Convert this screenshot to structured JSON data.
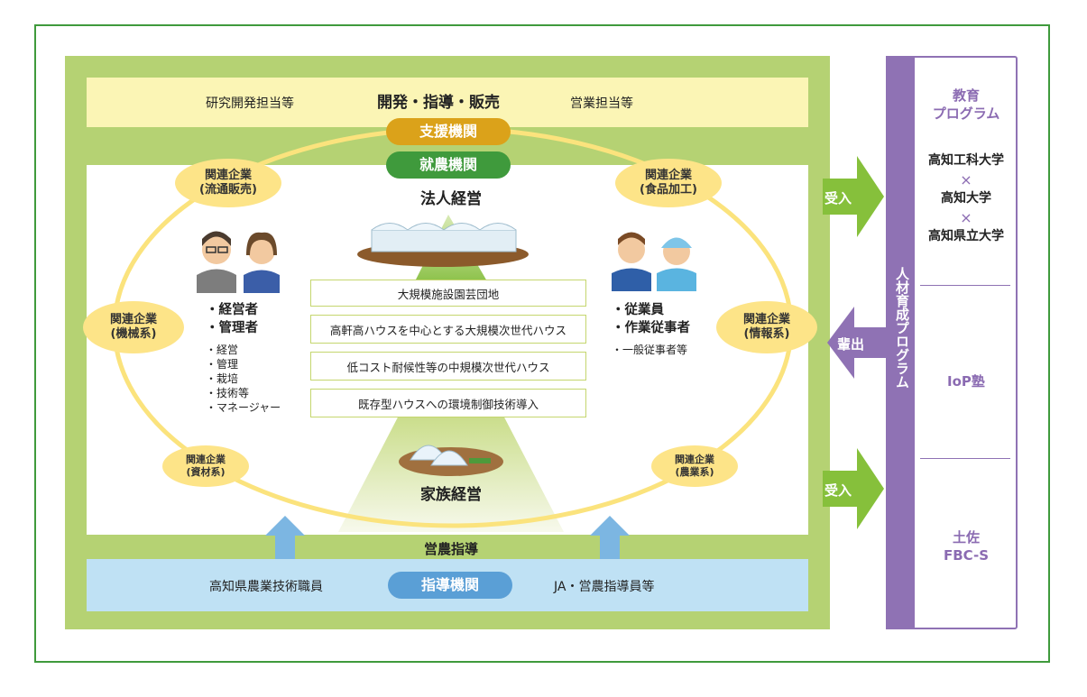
{
  "top_band": {
    "left_label": "研究開発担当等",
    "title": "開発・指導・販売",
    "right_label": "営業担当等"
  },
  "support_pill": "支援機関",
  "farming_pill": "就農機関",
  "corporate_label": "法人経営",
  "family_label": "家族経営",
  "bubbles": {
    "distribution": [
      "関連企業",
      "(流通販売)"
    ],
    "food": [
      "関連企業",
      "(食品加工)"
    ],
    "machinery": [
      "関連企業",
      "(機械系)"
    ],
    "info": [
      "関連企業",
      "(情報系)"
    ],
    "materials": [
      "関連企業",
      "(資材系)"
    ],
    "agri": [
      "関連企業",
      "(農業系)"
    ]
  },
  "tiers": [
    "大規模施設園芸団地",
    "高軒高ハウスを中心とする大規模次世代ハウス",
    "低コスト耐候性等の中規模次世代ハウス",
    "既存型ハウスへの環境制御技術導入"
  ],
  "managers": {
    "main": [
      "・経営者",
      "・管理者"
    ],
    "sub": [
      "・経営",
      "・管理",
      "・栽培",
      "・技術等",
      "・マネージャー"
    ]
  },
  "workers": {
    "main": [
      "・従業員",
      "・作業従事者"
    ],
    "sub": [
      "・一般従事者等"
    ]
  },
  "bottom_band": {
    "title": "営農指導",
    "left_label": "高知県農業技術職員",
    "pill": "指導機関",
    "right_label": "JA・営農指導員等"
  },
  "arrows": {
    "accept": "受入",
    "output": "輩出"
  },
  "sidebar": {
    "vertical_title": "人材育成プログラム",
    "edu_title": [
      "教育",
      "プログラム"
    ],
    "universities": [
      "高知工科大学",
      "×",
      "高知大学",
      "×",
      "高知県立大学"
    ],
    "iop": "IoP塾",
    "fbc": [
      "土佐",
      "FBC-S"
    ]
  },
  "colors": {
    "frame": "#3f9a3c",
    "panel": "#b5d273",
    "top_band": "#fbf5b5",
    "bottom_band": "#bfe1f4",
    "support": "#dba21a",
    "farming": "#3f9a3c",
    "guidance": "#5a9fd6",
    "bubble": "#fde488",
    "arrow_green": "#86c03b",
    "purple": "#8f72b4"
  }
}
